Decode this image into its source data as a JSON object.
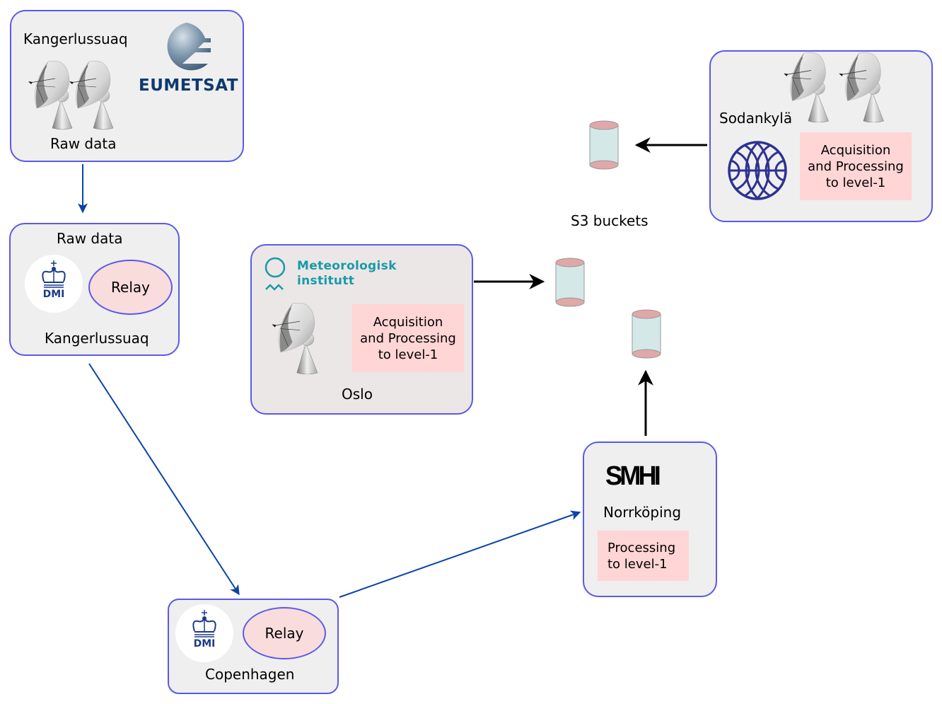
{
  "nodes": {
    "eumetsat_kangerlussuaq": {
      "location": "Kangerlussuaq",
      "caption": "Raw data",
      "logo_text": "EUMETSAT",
      "antenna_count": 2
    },
    "dmi_kangerlussuaq": {
      "heading": "Raw data",
      "logo_text": "DMI",
      "relay_label": "Relay",
      "location": "Kangerlussuaq"
    },
    "oslo": {
      "logo_text_line1": "Meteorologisk",
      "logo_text_line2": "institutt",
      "process_label": "Acquisition\nand Processing\nto level-1",
      "location": "Oslo",
      "antenna_count": 1
    },
    "sodankyla": {
      "location": "Sodankylä",
      "process_label": "Acquisition\nand Processing\nto level-1",
      "antenna_count": 2
    },
    "norrkoping": {
      "logo_text": "SMHI",
      "location": "Norrköping",
      "process_label": "Processing\nto level-1"
    },
    "copenhagen": {
      "logo_text": "DMI",
      "relay_label": "Relay",
      "location": "Copenhagen"
    }
  },
  "storage": {
    "label": "S3 buckets",
    "bucket_count": 3
  },
  "edges": [
    {
      "from": "eumetsat_kangerlussuaq",
      "to": "dmi_kangerlussuaq",
      "color": "#0a44a8"
    },
    {
      "from": "dmi_kangerlussuaq",
      "to": "copenhagen",
      "color": "#0a44a8"
    },
    {
      "from": "copenhagen",
      "to": "norrkoping",
      "color": "#0a44a8"
    },
    {
      "from": "norrkoping",
      "to": "s3_bucket_3",
      "color": "#000000"
    },
    {
      "from": "oslo",
      "to": "s3_bucket_2",
      "color": "#000000"
    },
    {
      "from": "sodankyla",
      "to": "s3_bucket_1",
      "color": "#000000"
    }
  ],
  "colors": {
    "node_border": "#5a5ae6",
    "node_fill": "#efefef",
    "process_fill": "#ffd5d5",
    "relay_fill": "#f9dcdc",
    "relay_flow": "#0a44a8",
    "bucket_body": "#d5e8e8",
    "bucket_cap": "#e0a8a8",
    "met_brand": "#1a9aa8",
    "fmi_brand": "#2e3192",
    "eumetsat_brand": "#0e3a6e"
  }
}
